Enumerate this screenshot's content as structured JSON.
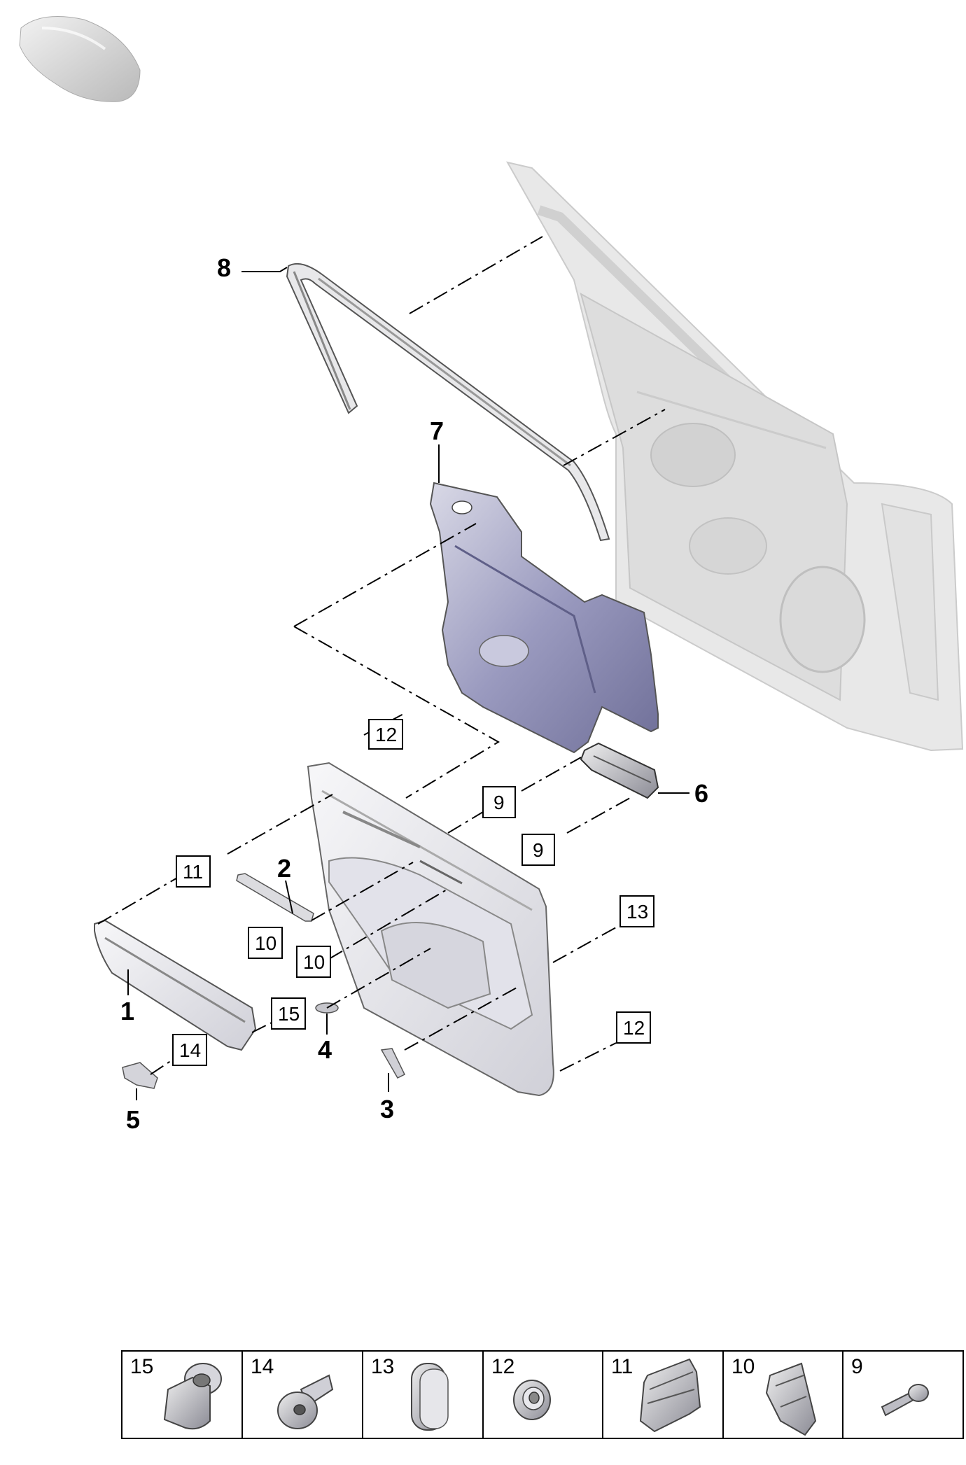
{
  "bold_callouts": [
    {
      "id": "c8",
      "label": "8"
    },
    {
      "id": "c7",
      "label": "7"
    },
    {
      "id": "c6",
      "label": "6"
    },
    {
      "id": "c2",
      "label": "2"
    },
    {
      "id": "c1",
      "label": "1"
    },
    {
      "id": "c4",
      "label": "4"
    },
    {
      "id": "c3",
      "label": "3"
    },
    {
      "id": "c5",
      "label": "5"
    }
  ],
  "boxed_callouts": [
    {
      "id": "b12a",
      "label": "12"
    },
    {
      "id": "b9a",
      "label": "9"
    },
    {
      "id": "b9b",
      "label": "9"
    },
    {
      "id": "b11",
      "label": "11"
    },
    {
      "id": "b10a",
      "label": "10"
    },
    {
      "id": "b10b",
      "label": "10"
    },
    {
      "id": "b13",
      "label": "13"
    },
    {
      "id": "b15",
      "label": "15"
    },
    {
      "id": "b14",
      "label": "14"
    },
    {
      "id": "b12b",
      "label": "12"
    }
  ],
  "legend": [
    {
      "label": "15",
      "icon": "grommet-icon"
    },
    {
      "label": "14",
      "icon": "plug-nut-icon"
    },
    {
      "label": "13",
      "icon": "foam-pad-icon"
    },
    {
      "label": "12",
      "icon": "spring-clip-icon"
    },
    {
      "label": "11",
      "icon": "retaining-clip-icon"
    },
    {
      "label": "10",
      "icon": "clip-nut-icon"
    },
    {
      "label": "9",
      "icon": "screw-icon"
    }
  ],
  "colors": {
    "line": "#000000",
    "part_light": "#e6e6e8",
    "part_shadow": "#b8b8c0",
    "membrane": "#7f7fa6",
    "door_shell": "#dcdcdc"
  }
}
